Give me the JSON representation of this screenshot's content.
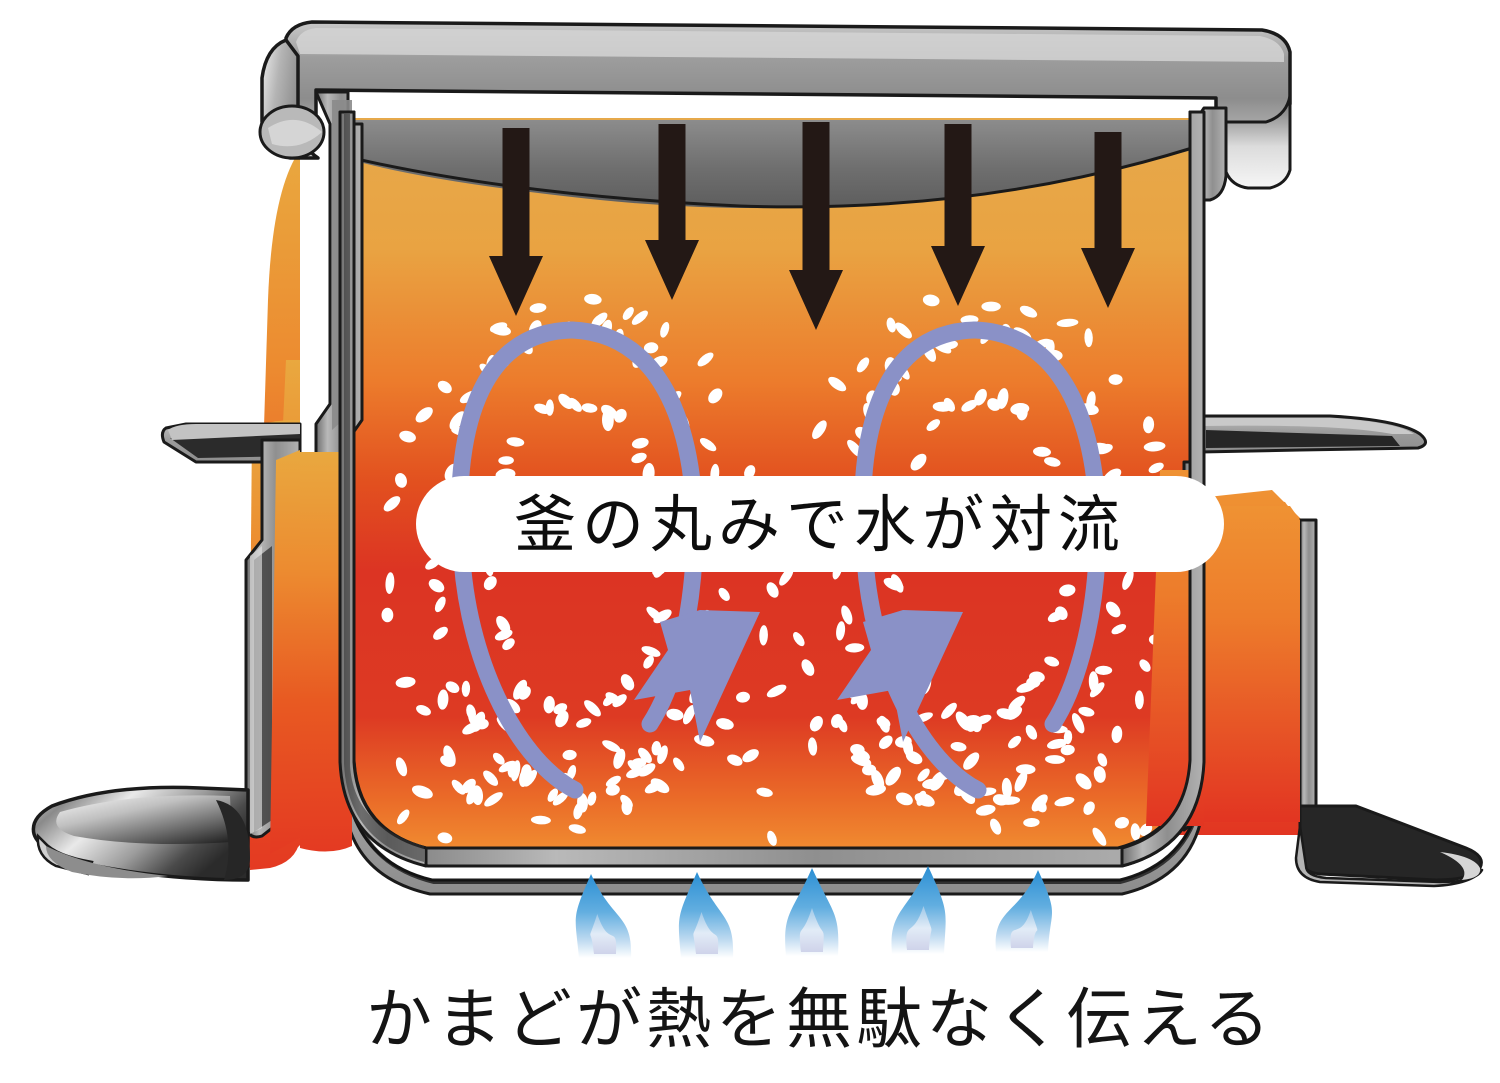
{
  "illustration": {
    "title_alt": "かまど炊きご飯釜の断面図",
    "callout": {
      "text": "釜の丸みで水が対流",
      "shape": "pill",
      "background": "#ffffff",
      "text_color": "#0d0d0d"
    },
    "caption": {
      "text": "かまどが熱を無駄なく伝える",
      "text_color": "#141414"
    },
    "labels": {
      "heat_arrows": "heat-down-arrows",
      "convection_left": "convection-loop-left",
      "convection_right": "convection-loop-right",
      "flames": "gas-flames",
      "pot": "rice-pot-cutaway",
      "stove": "kamado-stove-body"
    },
    "counts": {
      "heat_arrows": 5,
      "convection_loops": 2,
      "flames": 5
    },
    "colors": {
      "metal_light": "#f2f2f2",
      "metal_mid": "#9a9a9a",
      "metal_dark": "#2b2b2b",
      "metal_body": "#9d9d9d",
      "interior_top": "#e8a94a",
      "interior_mid": "#e0511f",
      "interior_core": "#dc3423",
      "interior_bottom": "#ef7e2a",
      "arrow_black": "#231815",
      "convection_blue": "#8a91c7",
      "flame_blue": "#3f9bd9",
      "flame_core": "#dfe4f3",
      "rice_white": "#ffffff",
      "outline": "#1a1a1a"
    }
  }
}
